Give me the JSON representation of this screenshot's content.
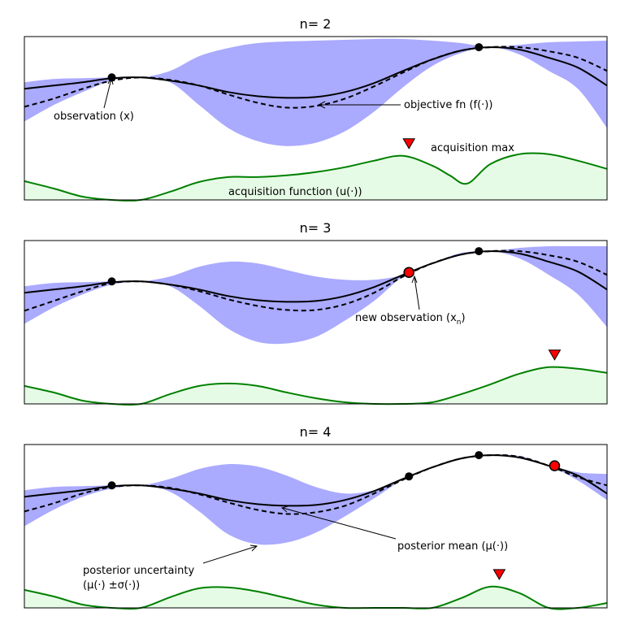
{
  "chart_data": [
    {
      "type": "line",
      "title": "n= 2",
      "xlim": [
        0,
        1
      ],
      "ylim": [
        0,
        1
      ],
      "grid": false,
      "axes_ticks": false,
      "series": [
        {
          "name": "objective fn (f(·))",
          "style": "solid",
          "color": "#000000",
          "x": [
            0,
            0.05,
            0.1,
            0.15,
            0.2,
            0.25,
            0.3,
            0.35,
            0.4,
            0.45,
            0.5,
            0.55,
            0.6,
            0.65,
            0.7,
            0.75,
            0.8,
            0.85,
            0.9,
            0.95,
            1.0
          ],
          "y": [
            0.68,
            0.7,
            0.72,
            0.745,
            0.75,
            0.73,
            0.7,
            0.66,
            0.635,
            0.625,
            0.63,
            0.66,
            0.715,
            0.79,
            0.86,
            0.915,
            0.935,
            0.92,
            0.87,
            0.81,
            0.7
          ]
        },
        {
          "name": "posterior mean (μ(·))",
          "style": "dashed",
          "color": "#000000",
          "x": [
            0,
            0.05,
            0.1,
            0.15,
            0.2,
            0.25,
            0.3,
            0.35,
            0.4,
            0.45,
            0.5,
            0.55,
            0.6,
            0.65,
            0.7,
            0.75,
            0.8,
            0.85,
            0.9,
            0.95,
            1.0
          ],
          "y": [
            0.57,
            0.62,
            0.68,
            0.73,
            0.75,
            0.735,
            0.7,
            0.645,
            0.595,
            0.565,
            0.575,
            0.62,
            0.695,
            0.78,
            0.86,
            0.915,
            0.935,
            0.935,
            0.91,
            0.87,
            0.79
          ]
        },
        {
          "name": "posterior uncertainty (μ(·) ±σ(·))",
          "type": "band",
          "color": "#aaaaff",
          "x": [
            0,
            0.05,
            0.1,
            0.15,
            0.2,
            0.25,
            0.3,
            0.35,
            0.4,
            0.45,
            0.5,
            0.55,
            0.6,
            0.65,
            0.7,
            0.75,
            0.8,
            0.85,
            0.9,
            0.95,
            1.0
          ],
          "lower": [
            0.48,
            0.58,
            0.66,
            0.73,
            0.75,
            0.72,
            0.58,
            0.44,
            0.36,
            0.33,
            0.35,
            0.42,
            0.54,
            0.69,
            0.82,
            0.9,
            0.935,
            0.89,
            0.79,
            0.68,
            0.44
          ],
          "upper": [
            0.72,
            0.74,
            0.745,
            0.75,
            0.75,
            0.79,
            0.88,
            0.93,
            0.96,
            0.97,
            0.975,
            0.98,
            0.985,
            0.985,
            0.975,
            0.96,
            0.935,
            0.95,
            0.965,
            0.97,
            0.975
          ]
        },
        {
          "name": "acquisition function (u(·))",
          "type": "area",
          "color": "#008000",
          "fill": "#e6fbe6",
          "x": [
            0,
            0.05,
            0.1,
            0.15,
            0.2,
            0.25,
            0.3,
            0.35,
            0.4,
            0.45,
            0.5,
            0.55,
            0.6,
            0.65,
            0.7,
            0.73,
            0.76,
            0.8,
            0.85,
            0.9,
            0.95,
            1.0
          ],
          "y": [
            0.115,
            0.07,
            0.02,
            0.0,
            0.0,
            0.05,
            0.11,
            0.14,
            0.14,
            0.15,
            0.17,
            0.2,
            0.24,
            0.27,
            0.21,
            0.15,
            0.1,
            0.22,
            0.28,
            0.28,
            0.24,
            0.19
          ]
        }
      ],
      "observations": [
        {
          "x": 0.15,
          "y": 0.75,
          "color": "#000000"
        },
        {
          "x": 0.78,
          "y": 0.935,
          "color": "#000000"
        }
      ],
      "acquisition_max": {
        "x": 0.66
      },
      "annotations": [
        {
          "text": "observation (x)",
          "xy": [
            0.15,
            0.75
          ]
        },
        {
          "text": "objective fn (f(·))",
          "xy": [
            0.5,
            0.59
          ]
        },
        {
          "text": "acquisition max"
        },
        {
          "text": "acquisition function (u(·))"
        }
      ]
    },
    {
      "type": "line",
      "title": "n= 3",
      "xlim": [
        0,
        1
      ],
      "ylim": [
        0,
        1
      ],
      "grid": false,
      "axes_ticks": false,
      "series": [
        {
          "name": "objective fn (f(·))",
          "style": "solid",
          "color": "#000000",
          "x": [
            0,
            0.05,
            0.1,
            0.15,
            0.2,
            0.25,
            0.3,
            0.35,
            0.4,
            0.45,
            0.5,
            0.55,
            0.6,
            0.65,
            0.7,
            0.75,
            0.8,
            0.85,
            0.9,
            0.95,
            1.0
          ],
          "y": [
            0.68,
            0.7,
            0.72,
            0.745,
            0.75,
            0.73,
            0.7,
            0.66,
            0.635,
            0.625,
            0.63,
            0.66,
            0.715,
            0.79,
            0.86,
            0.915,
            0.935,
            0.92,
            0.87,
            0.81,
            0.7
          ]
        },
        {
          "name": "posterior mean (μ(·))",
          "style": "dashed",
          "color": "#000000",
          "x": [
            0,
            0.05,
            0.1,
            0.15,
            0.2,
            0.25,
            0.3,
            0.35,
            0.4,
            0.45,
            0.5,
            0.55,
            0.6,
            0.65,
            0.7,
            0.75,
            0.8,
            0.85,
            0.9,
            0.95,
            1.0
          ],
          "y": [
            0.57,
            0.63,
            0.69,
            0.74,
            0.75,
            0.73,
            0.69,
            0.64,
            0.6,
            0.575,
            0.575,
            0.61,
            0.68,
            0.78,
            0.86,
            0.915,
            0.935,
            0.935,
            0.91,
            0.87,
            0.79
          ]
        },
        {
          "name": "posterior uncertainty (μ(·) ±σ(·))",
          "type": "band",
          "color": "#aaaaff",
          "x": [
            0,
            0.05,
            0.1,
            0.15,
            0.2,
            0.25,
            0.3,
            0.35,
            0.4,
            0.45,
            0.5,
            0.55,
            0.6,
            0.65,
            0.7,
            0.75,
            0.8,
            0.85,
            0.9,
            0.95,
            1.0
          ],
          "lower": [
            0.49,
            0.59,
            0.67,
            0.73,
            0.75,
            0.72,
            0.6,
            0.46,
            0.38,
            0.37,
            0.41,
            0.51,
            0.63,
            0.78,
            0.86,
            0.91,
            0.935,
            0.89,
            0.79,
            0.67,
            0.47
          ],
          "upper": [
            0.72,
            0.74,
            0.745,
            0.75,
            0.75,
            0.78,
            0.84,
            0.87,
            0.86,
            0.82,
            0.78,
            0.76,
            0.76,
            0.79,
            0.86,
            0.925,
            0.935,
            0.955,
            0.965,
            0.965,
            0.965
          ]
        },
        {
          "name": "acquisition function (u(·))",
          "type": "area",
          "color": "#008000",
          "fill": "#e6fbe6",
          "x": [
            0,
            0.05,
            0.1,
            0.15,
            0.2,
            0.25,
            0.3,
            0.35,
            0.4,
            0.45,
            0.5,
            0.55,
            0.6,
            0.65,
            0.7,
            0.75,
            0.8,
            0.85,
            0.9,
            0.95,
            1.0
          ],
          "y": [
            0.11,
            0.07,
            0.02,
            0.0,
            0.0,
            0.06,
            0.11,
            0.125,
            0.11,
            0.07,
            0.035,
            0.01,
            0.0,
            0.0,
            0.01,
            0.06,
            0.12,
            0.185,
            0.225,
            0.215,
            0.19
          ]
        }
      ],
      "observations": [
        {
          "x": 0.15,
          "y": 0.75,
          "color": "#000000"
        },
        {
          "x": 0.78,
          "y": 0.935,
          "color": "#000000"
        },
        {
          "x": 0.66,
          "y": 0.805,
          "color": "#ff0000",
          "label": "new observation (x_n)"
        }
      ],
      "acquisition_max": {
        "x": 0.91
      },
      "annotations": [
        {
          "text": "new observation (x",
          "subscript": "n",
          "suffix": ")",
          "xy": [
            0.66,
            0.805
          ]
        }
      ]
    },
    {
      "type": "line",
      "title": "n= 4",
      "xlim": [
        0,
        1
      ],
      "ylim": [
        0,
        1
      ],
      "grid": false,
      "axes_ticks": false,
      "series": [
        {
          "name": "objective fn (f(·))",
          "style": "solid",
          "color": "#000000",
          "x": [
            0,
            0.05,
            0.1,
            0.15,
            0.2,
            0.25,
            0.3,
            0.35,
            0.4,
            0.45,
            0.5,
            0.55,
            0.6,
            0.65,
            0.7,
            0.75,
            0.8,
            0.85,
            0.9,
            0.95,
            1.0
          ],
          "y": [
            0.68,
            0.7,
            0.72,
            0.745,
            0.75,
            0.73,
            0.7,
            0.66,
            0.635,
            0.625,
            0.63,
            0.66,
            0.715,
            0.79,
            0.86,
            0.915,
            0.935,
            0.92,
            0.87,
            0.81,
            0.7
          ]
        },
        {
          "name": "posterior mean (μ(·))",
          "style": "dashed",
          "color": "#000000",
          "x": [
            0,
            0.05,
            0.1,
            0.15,
            0.2,
            0.25,
            0.3,
            0.35,
            0.4,
            0.45,
            0.5,
            0.55,
            0.6,
            0.65,
            0.7,
            0.75,
            0.8,
            0.85,
            0.9,
            0.95,
            1.0
          ],
          "y": [
            0.59,
            0.64,
            0.7,
            0.74,
            0.75,
            0.735,
            0.695,
            0.645,
            0.6,
            0.575,
            0.585,
            0.625,
            0.7,
            0.785,
            0.86,
            0.915,
            0.935,
            0.925,
            0.87,
            0.8,
            0.75
          ]
        },
        {
          "name": "posterior uncertainty (μ(·) ±σ(·))",
          "type": "band",
          "color": "#aaaaff",
          "x": [
            0,
            0.05,
            0.1,
            0.15,
            0.2,
            0.25,
            0.3,
            0.35,
            0.4,
            0.45,
            0.5,
            0.55,
            0.6,
            0.65,
            0.7,
            0.75,
            0.8,
            0.85,
            0.9,
            0.95,
            1.0
          ],
          "lower": [
            0.5,
            0.6,
            0.68,
            0.73,
            0.75,
            0.71,
            0.59,
            0.45,
            0.39,
            0.4,
            0.46,
            0.56,
            0.67,
            0.785,
            0.86,
            0.91,
            0.935,
            0.925,
            0.87,
            0.78,
            0.66
          ],
          "upper": [
            0.72,
            0.74,
            0.745,
            0.75,
            0.75,
            0.79,
            0.85,
            0.88,
            0.865,
            0.81,
            0.74,
            0.7,
            0.72,
            0.785,
            0.86,
            0.92,
            0.935,
            0.93,
            0.875,
            0.83,
            0.82
          ]
        },
        {
          "name": "acquisition function (u(·))",
          "type": "area",
          "color": "#008000",
          "fill": "#e6fbe6",
          "x": [
            0,
            0.05,
            0.1,
            0.15,
            0.2,
            0.25,
            0.3,
            0.35,
            0.4,
            0.45,
            0.5,
            0.55,
            0.6,
            0.65,
            0.7,
            0.75,
            0.8,
            0.85,
            0.9,
            0.95,
            1.0
          ],
          "y": [
            0.11,
            0.07,
            0.02,
            0.0,
            0.0,
            0.065,
            0.12,
            0.125,
            0.1,
            0.06,
            0.02,
            0.0,
            0.0,
            0.0,
            0.0,
            0.06,
            0.13,
            0.09,
            0.0,
            0.0,
            0.03
          ]
        }
      ],
      "observations": [
        {
          "x": 0.15,
          "y": 0.75,
          "color": "#000000"
        },
        {
          "x": 0.66,
          "y": 0.805,
          "color": "#000000"
        },
        {
          "x": 0.78,
          "y": 0.935,
          "color": "#000000"
        },
        {
          "x": 0.91,
          "y": 0.87,
          "color": "#ff0000"
        }
      ],
      "acquisition_max": {
        "x": 0.815
      },
      "annotations": [
        {
          "text": "posterior mean (μ(·))",
          "xy": [
            0.44,
            0.62
          ]
        },
        {
          "text_lines": [
            "posterior uncertainty",
            "(μ(·) ±σ(·))"
          ],
          "xy": [
            0.39,
            0.39
          ]
        }
      ]
    }
  ]
}
